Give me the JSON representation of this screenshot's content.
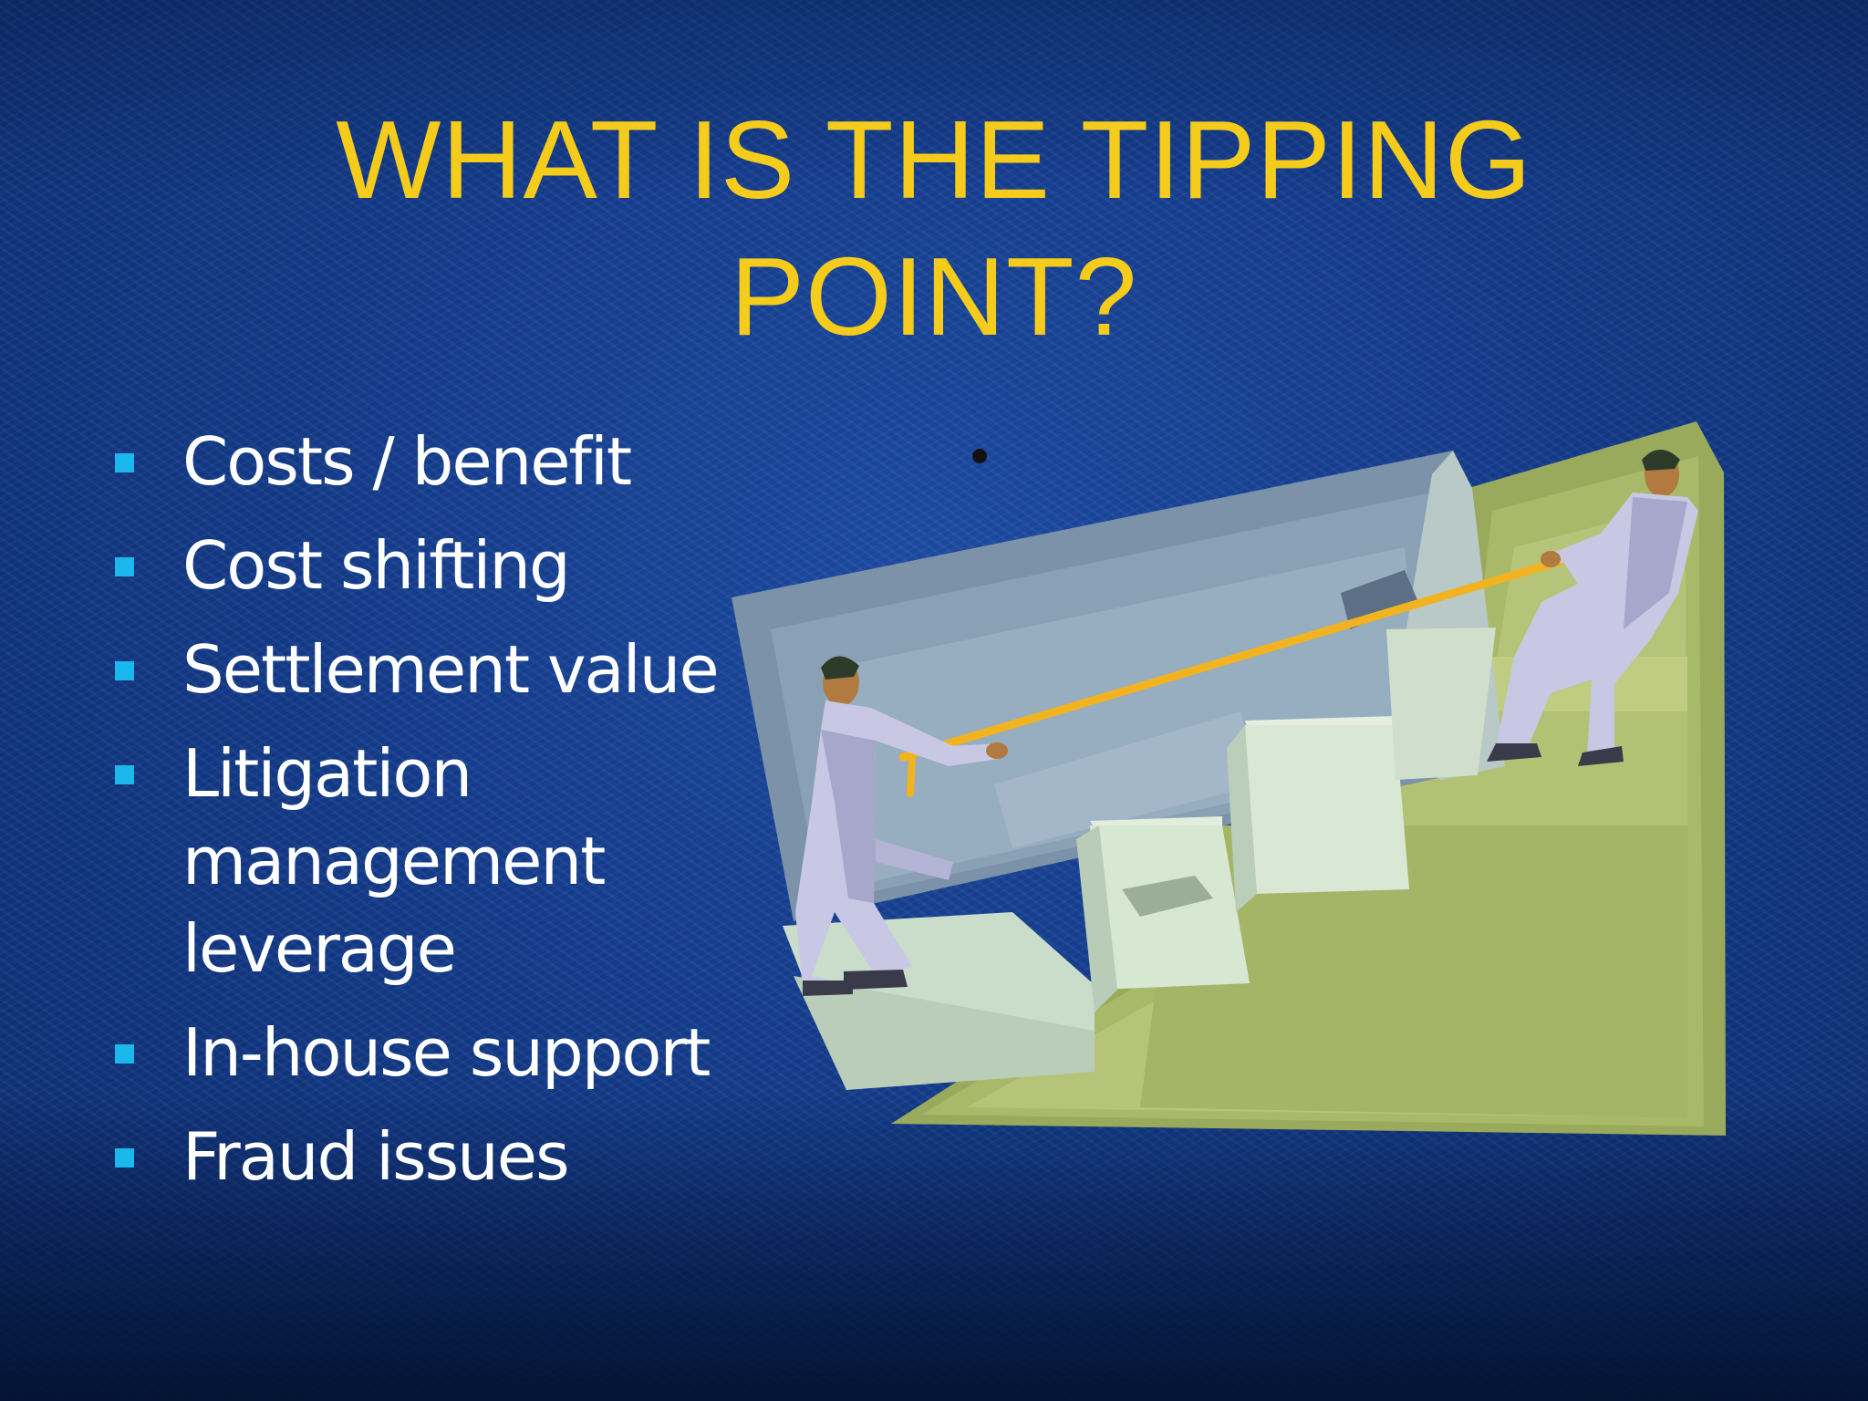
{
  "slide": {
    "title_line1": "WHAT IS THE TIPPING",
    "title_line2": "POINT?",
    "bullets": [
      "Costs / benefit",
      "Cost shifting",
      "Settlement value",
      "Litigation management leverage",
      "In-house support",
      "Fraud issues"
    ]
  },
  "colors": {
    "title": "#f5cc1c",
    "bullet_text": "#ffffff",
    "bullet_marker": "#1bb8ee",
    "background": "#1a4699"
  },
  "illustration": {
    "subject": "tug-of-war-clipart-icon"
  }
}
